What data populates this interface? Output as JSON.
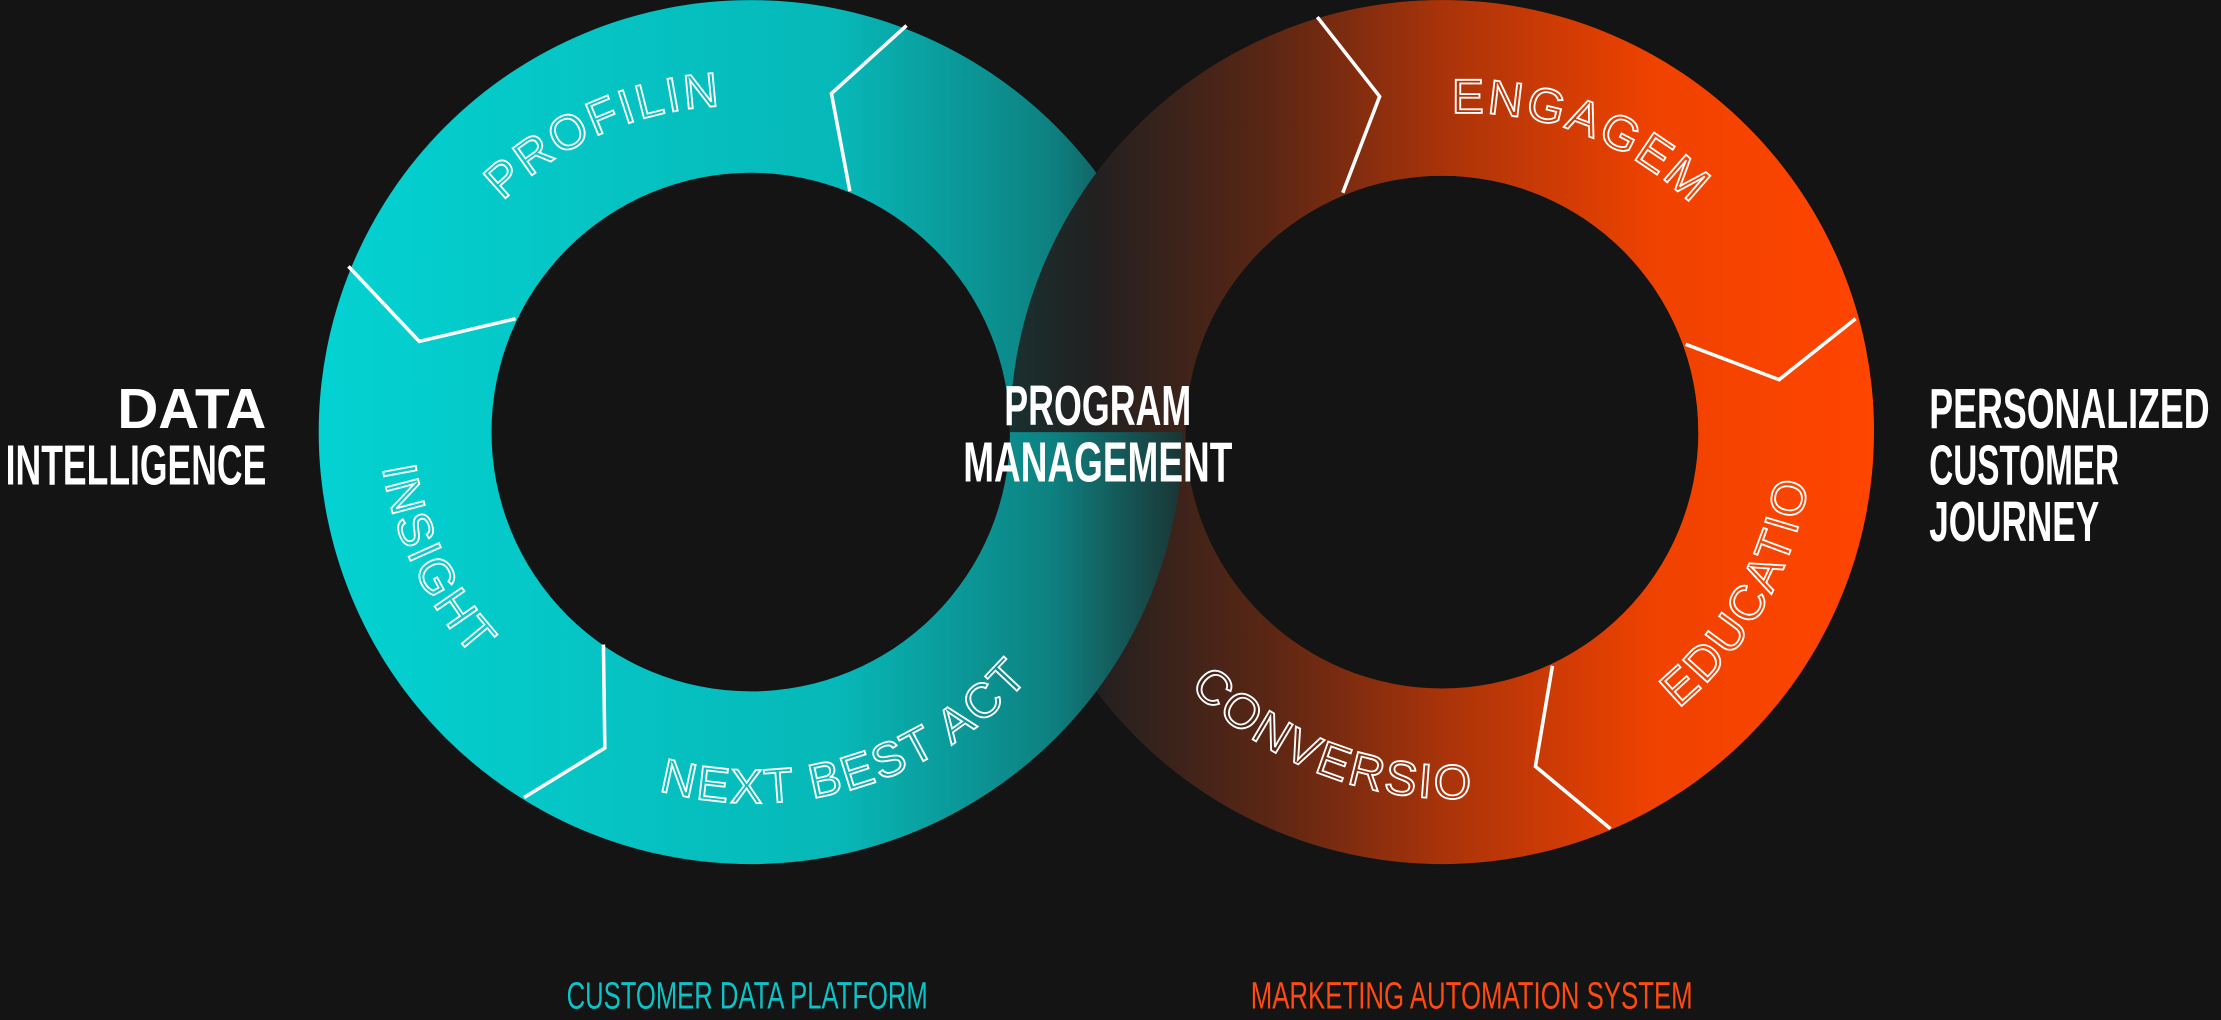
{
  "colors": {
    "background": "#141414",
    "teal": "#04cfcf",
    "orange": "#ff4500",
    "white": "#ffffff"
  },
  "left_ring": {
    "segments": [
      "PROFILING",
      "INSIGHTS",
      "NEXT BEST ACTION"
    ],
    "side_label": [
      "DATA",
      "INTELLIGENCE"
    ],
    "footer": "CUSTOMER DATA PLATFORM"
  },
  "right_ring": {
    "segments": [
      "ENGAGEMENT",
      "EDUCATION",
      "CONVERSIONS"
    ],
    "side_label": [
      "PERSONALIZED",
      "CUSTOMER",
      "JOURNEY"
    ],
    "footer": "MARKETING AUTOMATION SYSTEM"
  },
  "center_label": [
    "PROGRAM",
    "MANAGEMENT"
  ]
}
